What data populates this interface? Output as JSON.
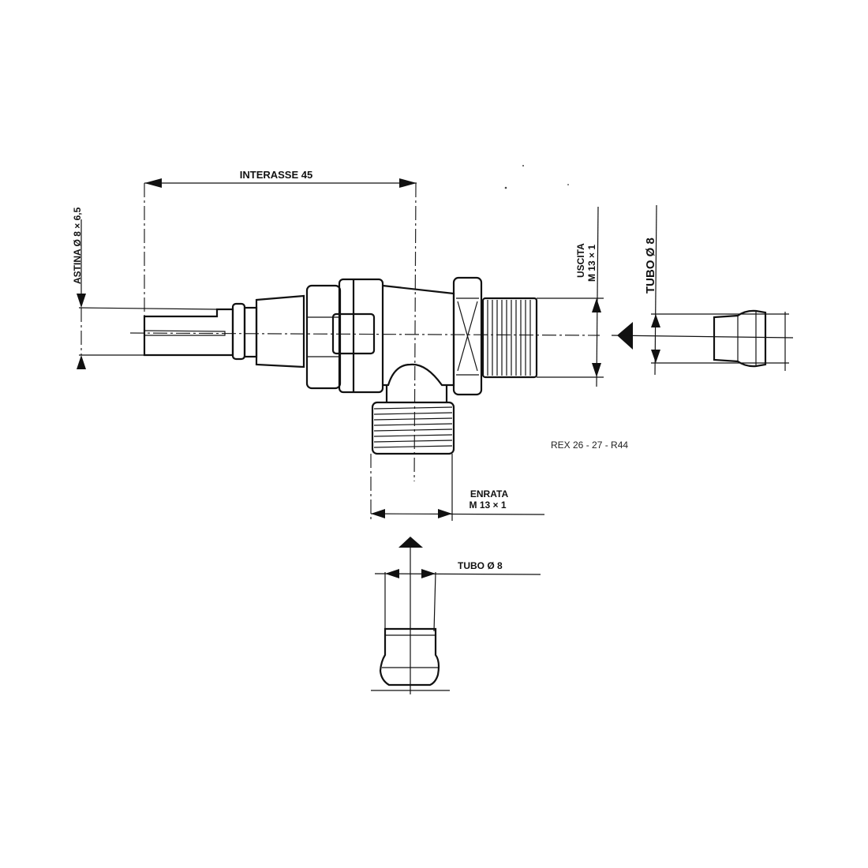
{
  "drawing": {
    "interasse_label": "INTERASSE 45",
    "astina_label": "ASTINA Ø 8 × 6,5",
    "uscita_label": "USCITA",
    "uscita_thread": "M 13 × 1",
    "tubo_right_label": "TUBO Ø 8",
    "model_label": "REX 26 - 27 - R44",
    "enrata_label": "ENRATA",
    "enrata_thread": "M 13 × 1",
    "tubo_bottom_label": "TUBO Ø 8"
  }
}
